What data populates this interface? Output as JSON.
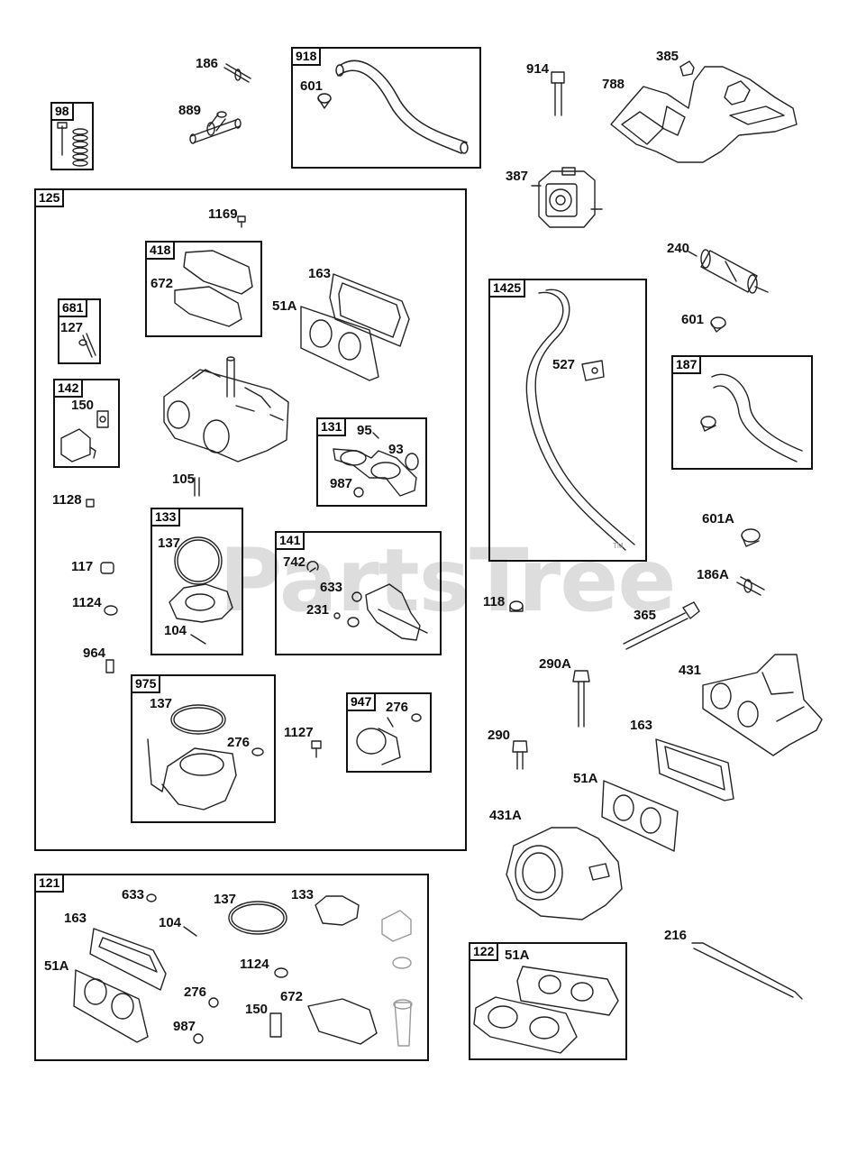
{
  "watermark": "PartsTree",
  "trademark": "TM",
  "groups": {
    "g98": "98",
    "g918": "918",
    "g125": "125",
    "g418": "418",
    "g681": "681",
    "g142": "142",
    "g131": "131",
    "g133": "133",
    "g141": "141",
    "g975": "975",
    "g947": "947",
    "g1425": "1425",
    "g187": "187",
    "g121": "121",
    "g122": "122"
  },
  "labels": {
    "p186": "186",
    "p889": "889",
    "p601_top": "601",
    "p914": "914",
    "p385": "385",
    "p788": "788",
    "p387": "387",
    "p1169": "1169",
    "p672_418": "672",
    "p163_a": "163",
    "p51A_a": "51A",
    "p127": "127",
    "p150_142": "150",
    "p95": "95",
    "p93": "93",
    "p987_131": "987",
    "p105": "105",
    "p1128": "1128",
    "p137_133": "137",
    "p104_133": "104",
    "p742": "742",
    "p633_141": "633",
    "p231": "231",
    "p117": "117",
    "p1124_a": "1124",
    "p964": "964",
    "p137_975": "137",
    "p276_975": "276",
    "p1127": "1127",
    "p276_947": "276",
    "p240": "240",
    "p601_mid": "601",
    "p527": "527",
    "p601A": "601A",
    "p186A": "186A",
    "p118": "118",
    "p365": "365",
    "p290A": "290A",
    "p431": "431",
    "p290": "290",
    "p163_b": "163",
    "p51A_b": "51A",
    "p431A": "431A",
    "p216": "216",
    "p51A_122": "51A",
    "p633_121": "633",
    "p137_121": "137",
    "p133_121": "133",
    "p163_121": "163",
    "p104_121": "104",
    "p51A_121": "51A",
    "p1124_121": "1124",
    "p276_121": "276",
    "p672_121": "672",
    "p150_121": "150",
    "p987_121": "987"
  }
}
